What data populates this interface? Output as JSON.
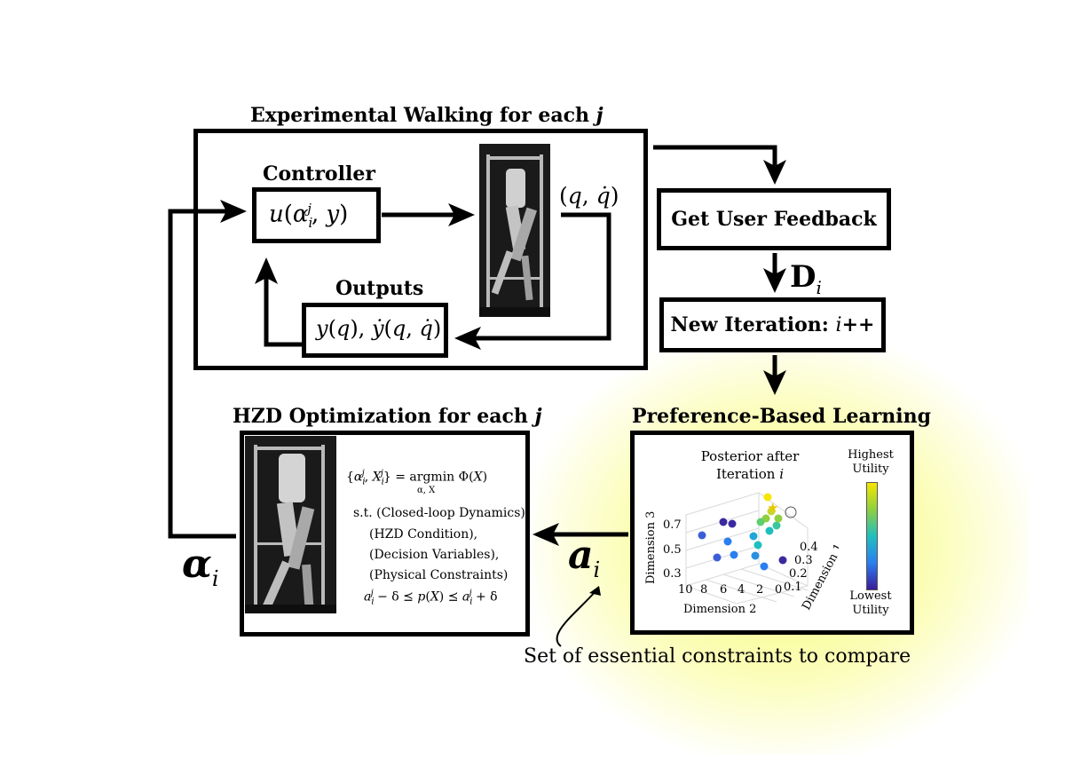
{
  "walking": {
    "title": "Experimental Walking for each j",
    "controller_title": "Controller",
    "controller_expr": "u(α_i^j, y)",
    "outputs_title": "Outputs",
    "outputs_expr": "y(q), ẏ(q, q̇)",
    "state_label": "(q, q̇)"
  },
  "feedback": {
    "label": "Get User Feedback",
    "data_label": "D_i",
    "iteration_label": "New Iteration: i++"
  },
  "pbl": {
    "title": "Preference-Based Learning",
    "plot_title_line1": "Posterior after",
    "plot_title_line2": "Iteration i",
    "colorbar_top": "Highest Utility",
    "colorbar_bottom": "Lowest Utility",
    "z_axis_label": "Dimension 3",
    "x_axis_label": "Dimension 2",
    "y_axis_label": "Dimension 1",
    "z_ticks": [
      "0.7",
      "0.5",
      "0.3"
    ],
    "x_ticks": [
      "10",
      "8",
      "6",
      "4",
      "2",
      "0"
    ],
    "y_ticks": [
      "0.4",
      "0.3",
      "0.2",
      "0.1"
    ]
  },
  "hzd": {
    "title": "HZD Optimization for each j",
    "eq_line1": "{α_i^j, X_i^j} = argmin Φ(X)",
    "eq_sub": "α, X",
    "eq_line2": "s.t. (Closed-loop Dynamics),",
    "eq_line3": "(HZD Condition),",
    "eq_line4": "(Decision Variables),",
    "eq_line5": "(Physical Constraints)",
    "eq_line6": "a_i^j − δ ⪯ p(X) ⪯ a_i^j + δ"
  },
  "labels": {
    "alpha": "α_i",
    "a": "a_i",
    "caption": "Set of essential constraints to compare"
  },
  "chart_data": {
    "type": "scatter",
    "title": "Posterior after Iteration i",
    "xlabel": "Dimension 2",
    "ylabel": "Dimension 1",
    "zlabel": "Dimension 3",
    "colorbar": {
      "top": "Highest Utility",
      "bottom": "Lowest Utility",
      "colors": [
        "#3a1a9a",
        "#2a7ff0",
        "#1fbfbf",
        "#8fd040",
        "#f6e600"
      ]
    }
  }
}
